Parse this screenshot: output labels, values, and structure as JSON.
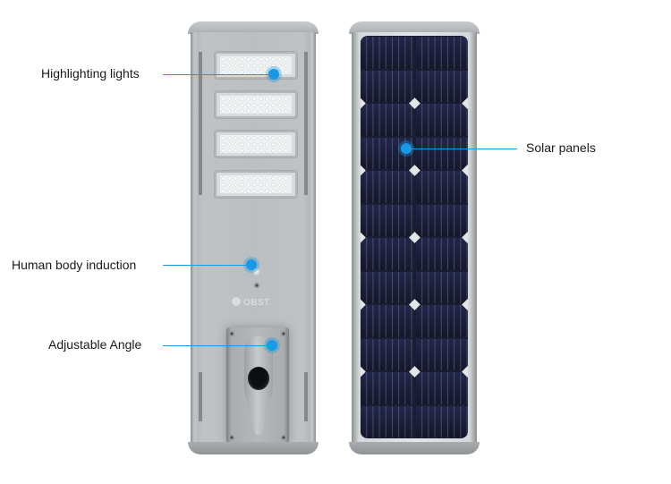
{
  "product": {
    "front_view": {
      "brand_text": "OBST.",
      "led_modules": 4
    },
    "back_view": {
      "panel_columns": 2,
      "panel_rows": 12
    }
  },
  "callouts": [
    {
      "id": "highlighting-lights",
      "label": "Highlighting lights"
    },
    {
      "id": "human-body-induction",
      "label": "Human body induction"
    },
    {
      "id": "adjustable-angle",
      "label": "Adjustable Angle"
    },
    {
      "id": "solar-panels",
      "label": "Solar panels"
    }
  ],
  "colors": {
    "callout_accent": "#1a98e6",
    "lamp_body": "#bcbfc1",
    "panel_cell": "#1c1f3a"
  }
}
